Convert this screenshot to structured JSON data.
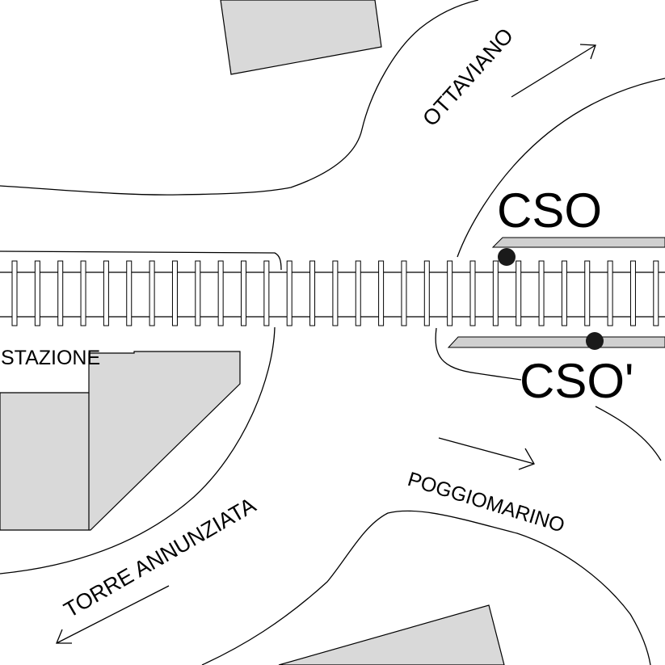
{
  "labels": {
    "ottaviano": "OTTAVIANO",
    "stazione": "STAZIONE",
    "torre_annunziata": "TORRE ANNUNZIATA",
    "poggiomarino": "POGGIOMARINO",
    "cso": "CSO",
    "cso_prime": "CSO'"
  },
  "colors": {
    "building_fill": "#d9d9d9",
    "platform_fill": "#d0d0d0",
    "line": "#000000",
    "background": "#ffffff"
  },
  "icons": {
    "signal_marker": "filled-circle",
    "direction_arrow": "open-arrow"
  }
}
